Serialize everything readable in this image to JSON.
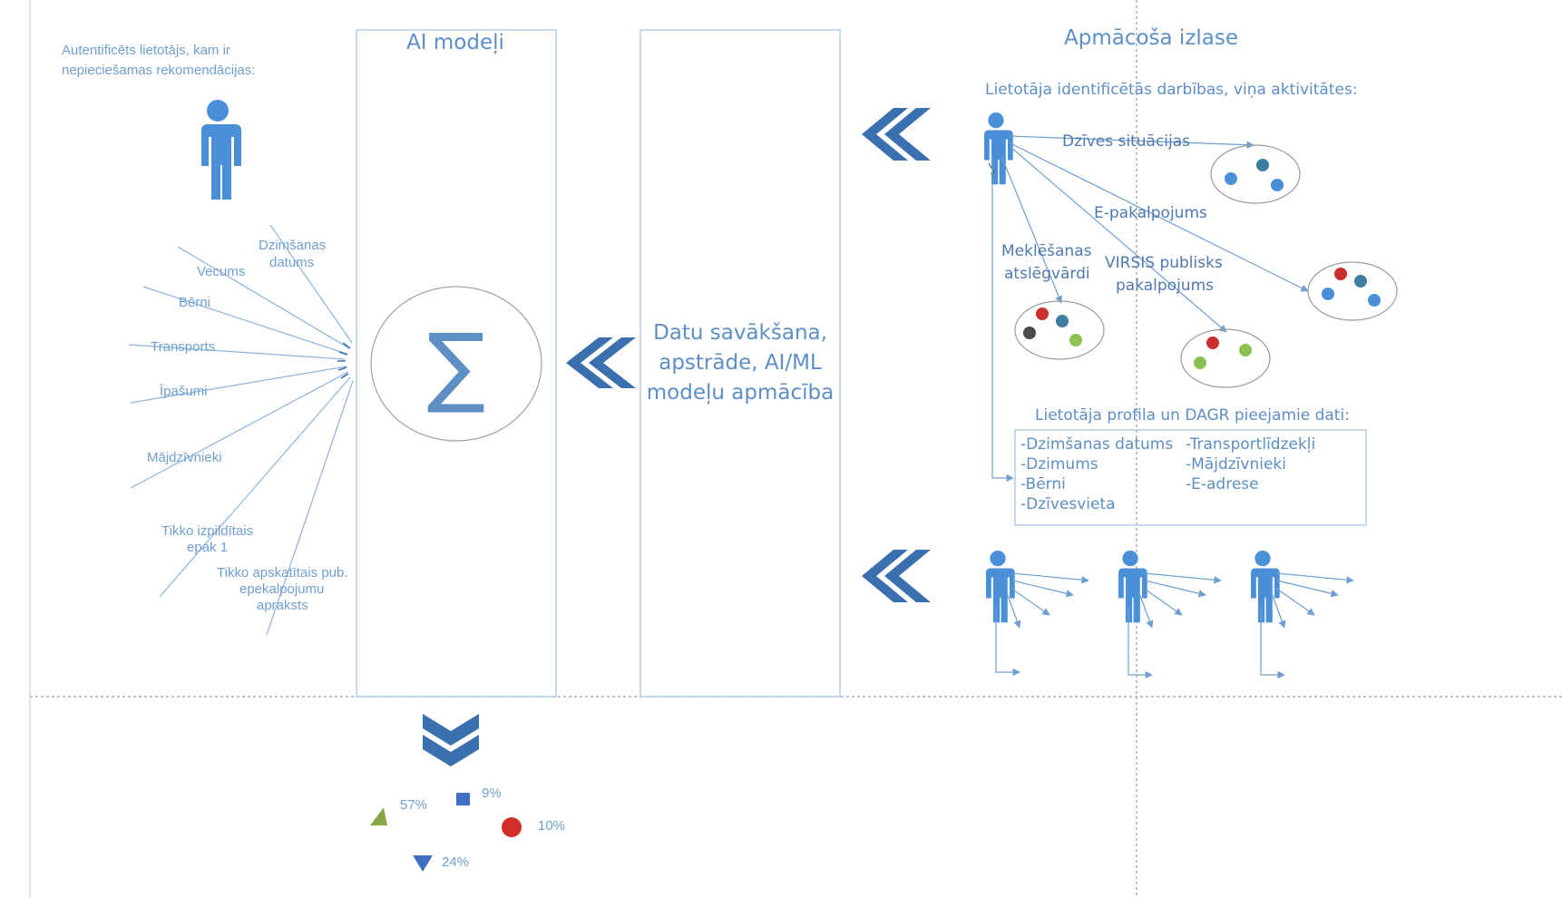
{
  "colors": {
    "accent": "#5d8fc4",
    "person": "#4a90d9",
    "chevron": "#3a6fb0",
    "dot_red": "#c9302c",
    "dot_teal": "#3e7ea1",
    "dot_blue": "#4a90d9",
    "dot_green": "#8cc152",
    "dot_dark": "#4a4a4a"
  },
  "left": {
    "user_caption_1": "Autentificēts lietotājs, kam ir",
    "user_caption_2": "nepieciešamas rekomendācijas:",
    "features": {
      "dob_1": "Dzimšanas",
      "dob_2": "datums",
      "age": "Vecums",
      "children": "Bērni",
      "transport": "Transports",
      "property": "Īpašumi",
      "pets": "Mājdzīvnieki",
      "recent_epak_1": "Tikko izpildītais",
      "recent_epak_2": "epak 1",
      "recent_viewed_1": "Tikko apskatītais pub.",
      "recent_viewed_2": "epekalpojumu",
      "recent_viewed_3": "apraksts"
    }
  },
  "ai_panel": {
    "title": "AI modeļi",
    "sigma": "∑"
  },
  "data_panel": {
    "line_1": "Datu  savākšana,",
    "line_2": "apstrāde, AI/ML",
    "line_3": "modeļu apmācība"
  },
  "training": {
    "title": "Apmācoša izlase",
    "subtitle": "Lietotāja identificētās darbības, viņa aktivitātes:",
    "life_situations": "Dzīves situācijas",
    "e_service": "E-pakalpojums",
    "search_1": "Meklēšanas",
    "search_2": "atslēgvārdi",
    "virsis_1": "VIRSIS publisks",
    "virsis_2": "pakalpojums",
    "profile_title": "Lietotāja profila un DAGR pieejamie dati:",
    "profile_left": [
      "-Dzimšanas datums",
      "-Dzimums",
      "-Bērni",
      "-Dzīvesvieta"
    ],
    "profile_right": [
      "-Transportlīdzekļi",
      "-Mājdzīvnieki",
      "-E-adrese"
    ]
  },
  "output": {
    "triangle_pct": "57%",
    "square_pct": "9%",
    "circle_pct": "10%",
    "down_triangle_pct": "24%"
  }
}
